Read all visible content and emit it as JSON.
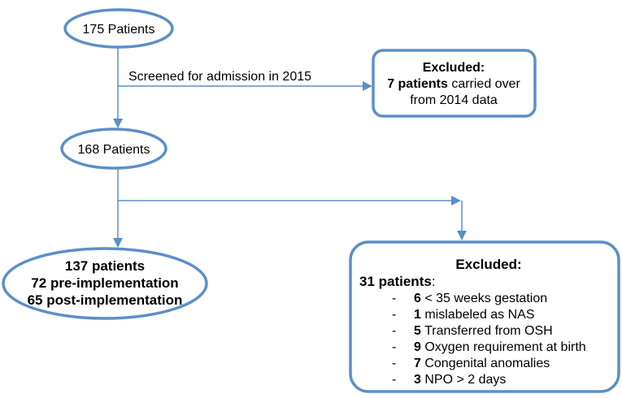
{
  "nodes": {
    "n175": {
      "label": "175 Patients"
    },
    "n168": {
      "label": "168 Patients"
    },
    "screen_label": "Screened for admission in 2015",
    "excl1": {
      "title": "Excluded:",
      "count": "7 patients",
      "rest1": " carried over",
      "rest2": "from 2014 data"
    },
    "n137": {
      "line1": "137 patients",
      "line2": "72 pre-implementation",
      "line3": "65 post-implementation"
    },
    "excl2": {
      "title": "Excluded:",
      "count": "31 patients",
      "colon": ":",
      "items": [
        {
          "num": "6",
          "text": " < 35 weeks gestation"
        },
        {
          "num": "1",
          "text": " mislabeled as NAS"
        },
        {
          "num": "5",
          "text": " Transferred from OSH"
        },
        {
          "num": "9",
          "text": " Oxygen requirement at birth"
        },
        {
          "num": "7",
          "text": " Congenital anomalies"
        },
        {
          "num": "3",
          "text": " NPO > 2 days"
        }
      ],
      "dash": "-"
    }
  },
  "colors": {
    "stroke": "#5b8fc9"
  }
}
